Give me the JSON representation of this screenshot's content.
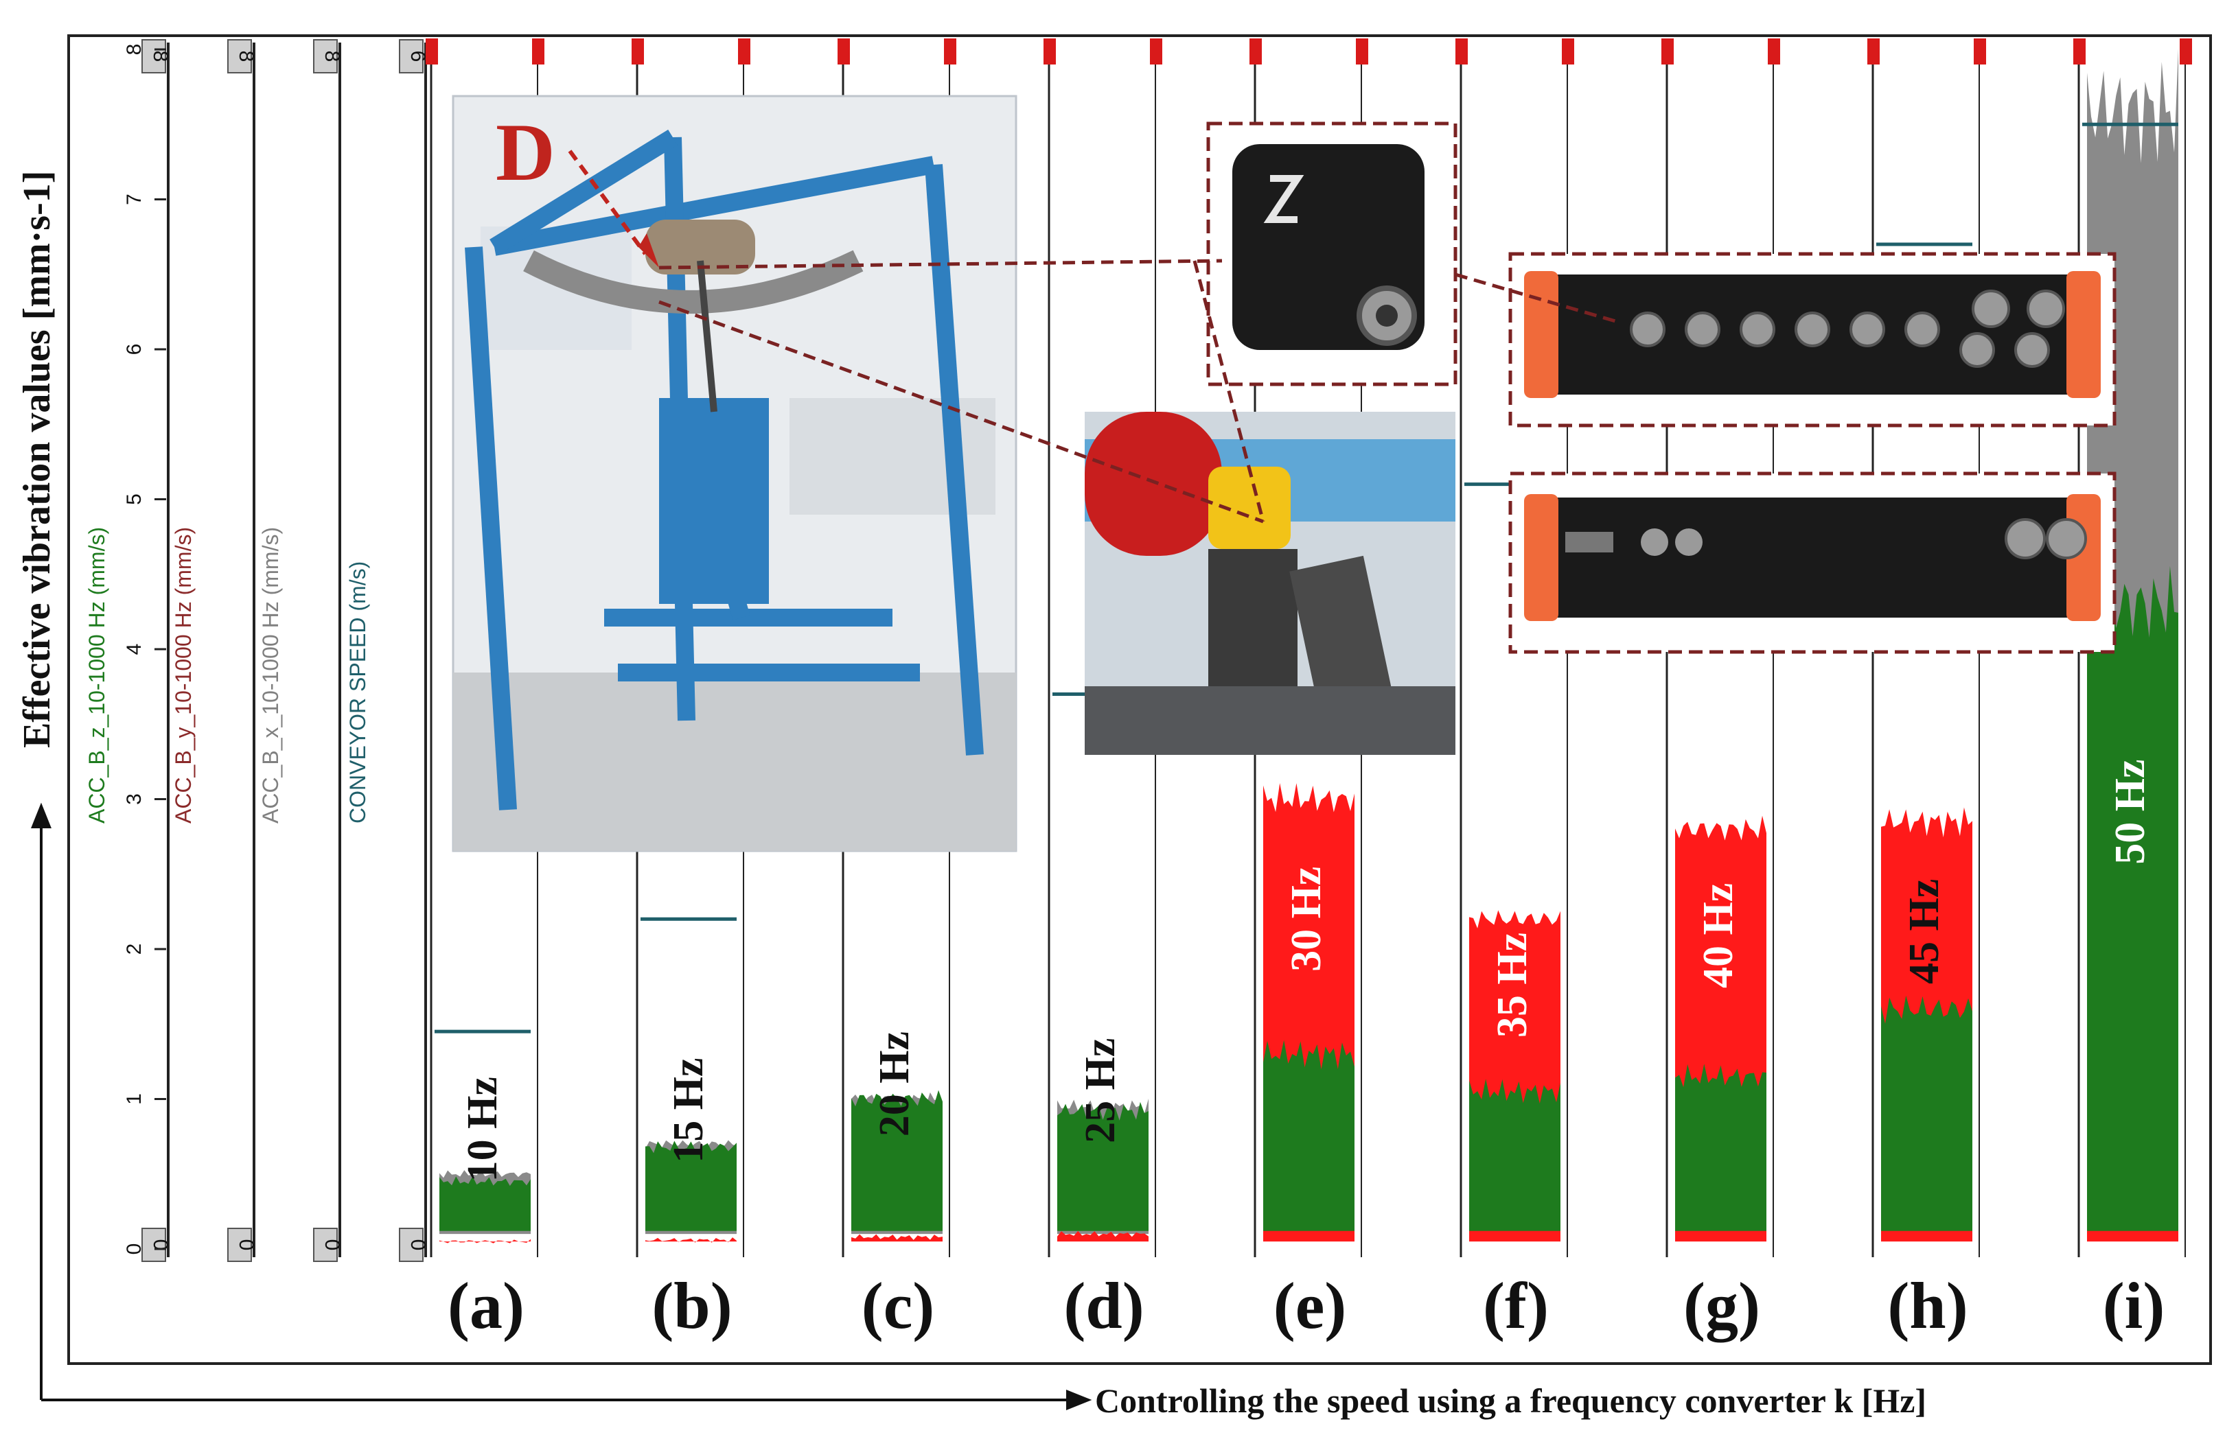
{
  "chart_data": {
    "type": "area",
    "ylabel": "Effective vibration values [mm·s-1]",
    "xlabel": "Controlling the speed using a frequency converter k [Hz]",
    "ylim": [
      0,
      8
    ],
    "yticks": [
      "0",
      "1",
      "2",
      "3",
      "4",
      "5",
      "6",
      "7",
      "8"
    ],
    "scale_ticks": [
      {
        "label": "8",
        "bottom": "0"
      },
      {
        "label": "8",
        "bottom": "0"
      },
      {
        "label": "8",
        "bottom": "0"
      },
      {
        "label": "6",
        "bottom": "0"
      }
    ],
    "channels": [
      {
        "name": "ACC_B_z_10-1000 Hz (mm/s)",
        "color": "#1e7b1e"
      },
      {
        "name": "ACC_B_y_10-1000 Hz (mm/s)",
        "color": "#8b2a2a"
      },
      {
        "name": "ACC_B_x_10-1000 Hz (mm/s)",
        "color": "#808080"
      },
      {
        "name": "CONVEYOR SPEED (m/s)",
        "color": "#1f5f6a"
      }
    ],
    "segments": [
      {
        "panel": "(a)",
        "freq": "10 Hz",
        "z": 0.45,
        "y": 0.05,
        "x": 0.5,
        "speed": 1.45
      },
      {
        "panel": "(b)",
        "freq": "15 Hz",
        "z": 0.68,
        "y": 0.06,
        "x": 0.7,
        "speed": 2.2
      },
      {
        "panel": "(c)",
        "freq": "20 Hz",
        "z": 1.0,
        "y": 0.08,
        "x": 1.0,
        "speed": null
      },
      {
        "panel": "(d)",
        "freq": "25 Hz",
        "z": 0.92,
        "y": 0.1,
        "x": 0.95,
        "speed": 3.7
      },
      {
        "panel": "(e)",
        "freq": "30 Hz",
        "z": 1.3,
        "y": 3.0,
        "x": 3.0,
        "speed": null
      },
      {
        "panel": "(f)",
        "freq": "35 Hz",
        "z": 1.05,
        "y": 2.2,
        "x": 2.2,
        "speed": 5.1
      },
      {
        "panel": "(g)",
        "freq": "40 Hz",
        "z": 1.15,
        "y": 2.8,
        "x": 2.8,
        "speed": null
      },
      {
        "panel": "(h)",
        "freq": "45 Hz",
        "z": 1.6,
        "y": 2.85,
        "x": 2.9,
        "speed": 6.7
      },
      {
        "panel": "(i)",
        "freq": "50 Hz",
        "z": 4.3,
        "y": 2.6,
        "x": 7.6,
        "speed": 7.5
      }
    ],
    "annotations": [
      "D"
    ],
    "grid": true
  },
  "colors": {
    "z": "#1e7b1e",
    "y": "#ff1a1a",
    "x": "#8a8a8a",
    "speed": "#1f5f6a",
    "frame": "#222222"
  }
}
